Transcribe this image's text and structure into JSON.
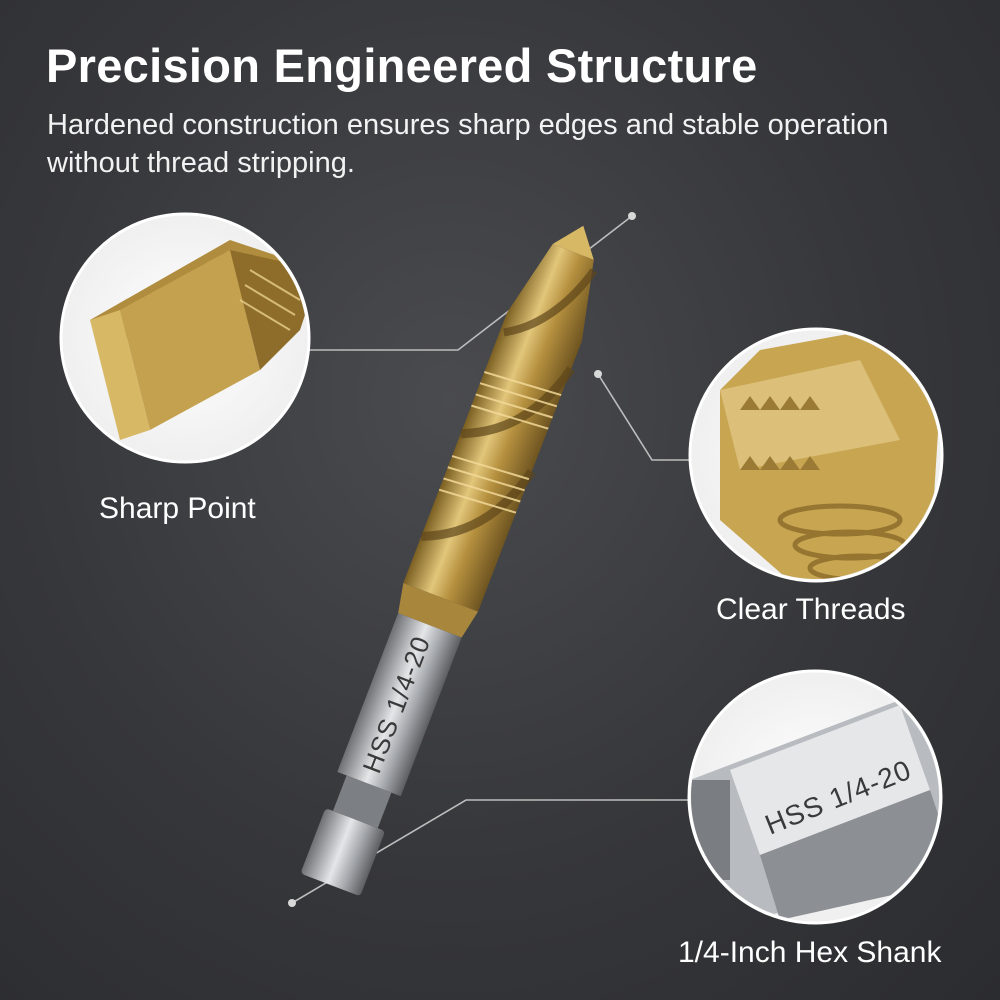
{
  "header": {
    "title": "Precision Engineered Structure",
    "subtitle": "Hardened construction ensures sharp edges and stable operation without thread stripping."
  },
  "product": {
    "shank_marking": "HSS 1/4-20"
  },
  "callouts": [
    {
      "label": "Sharp Point"
    },
    {
      "label": "Clear Threads"
    },
    {
      "label": "1/4-Inch Hex Shank"
    }
  ],
  "colors": {
    "background": "#38393c",
    "gold": "#c9a54f",
    "steel": "#b9bcc0",
    "text": "#ffffff"
  }
}
